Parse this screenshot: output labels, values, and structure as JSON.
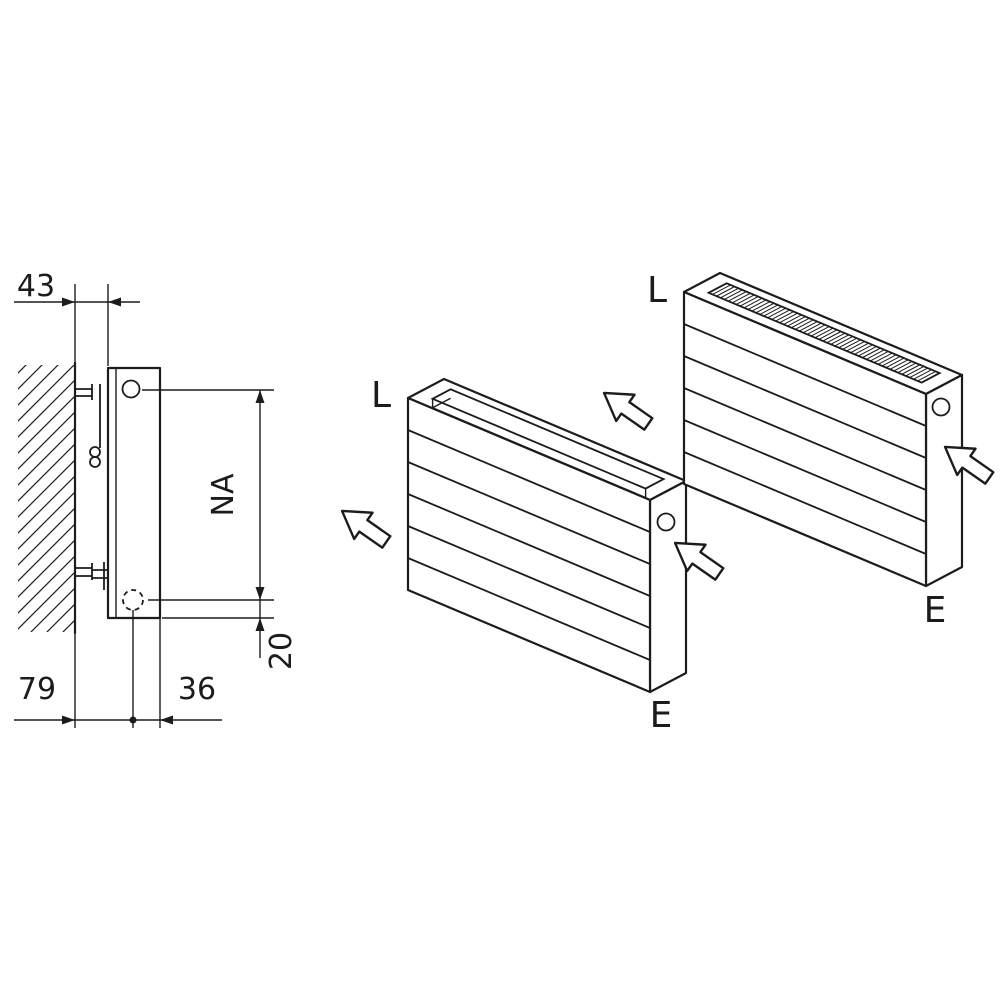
{
  "colors": {
    "line": "#1c1c1c",
    "background": "#ffffff"
  },
  "side_view": {
    "dims": {
      "wall_clearance": "43",
      "hub_distance": "NA",
      "wall_to_pipe": "79",
      "pipe_to_front": "36",
      "bottom_offset": "20"
    }
  },
  "isometric_views": {
    "front_unit": {
      "left_label": "L",
      "right_label": "E"
    },
    "rear_unit": {
      "left_label": "L",
      "right_label": "E"
    }
  }
}
